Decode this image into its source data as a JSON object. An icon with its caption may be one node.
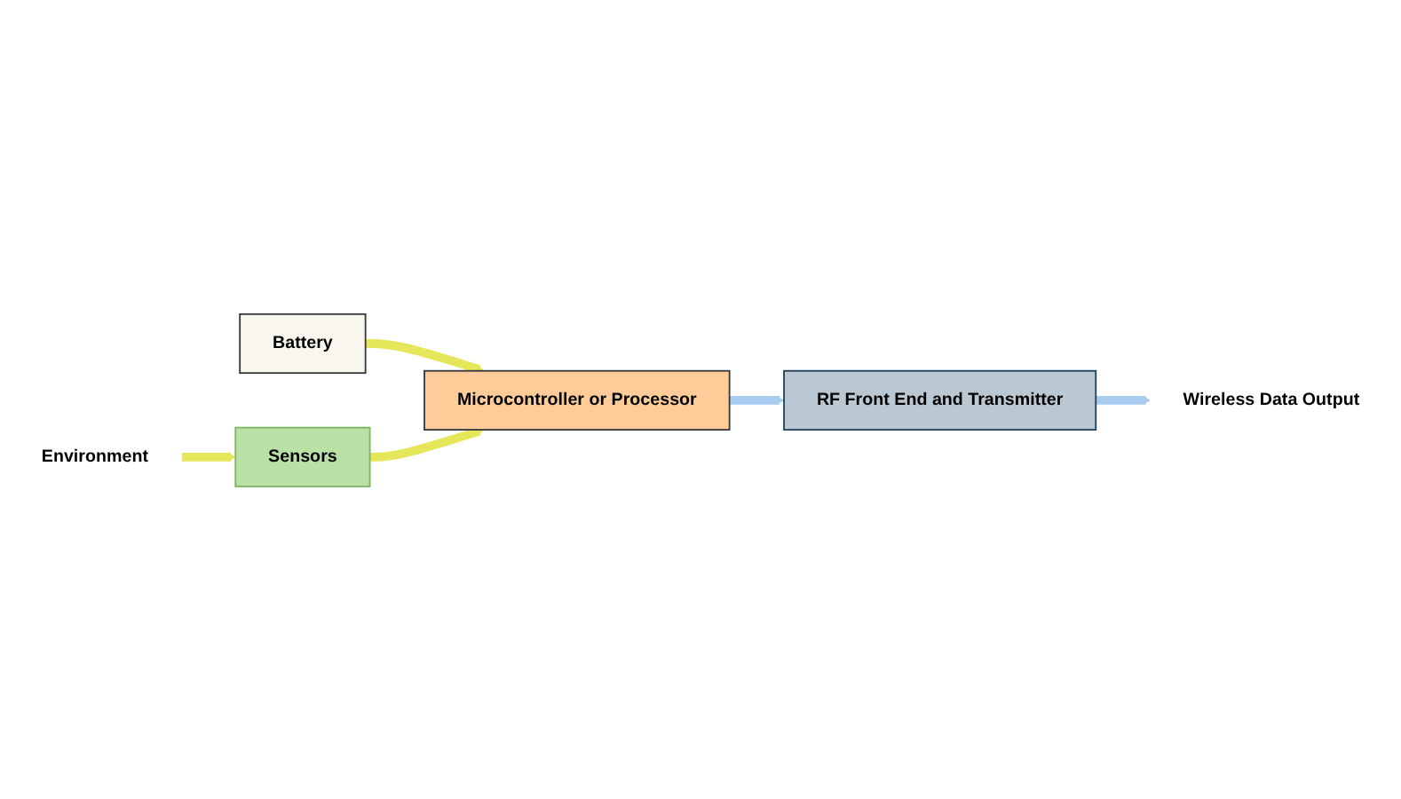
{
  "diagram": {
    "nodes": [
      {
        "text": [
          "Battery"
        ]
      },
      {
        "text": [
          "Microcontroller or Processor"
        ]
      },
      {
        "text": [
          "RF Front End and Transmitter"
        ]
      },
      {
        "text": [
          "Wireless Data Output"
        ]
      },
      {
        "text": [
          "Sensors"
        ]
      },
      {
        "text": [
          "Environment"
        ]
      }
    ],
    "edges": [
      {
        "from": 0,
        "to": 1,
        "arrow": "to"
      },
      {
        "from": 1,
        "to": 2,
        "arrow": "to",
        "color": "#a9cdf0"
      },
      {
        "from": 2,
        "to": 3,
        "arrow": "to",
        "color": "#a9cdf0"
      },
      {
        "from": 4,
        "to": 1,
        "arrow": "to"
      },
      {
        "from": 5,
        "to": 4,
        "arrow": "to"
      }
    ]
  }
}
